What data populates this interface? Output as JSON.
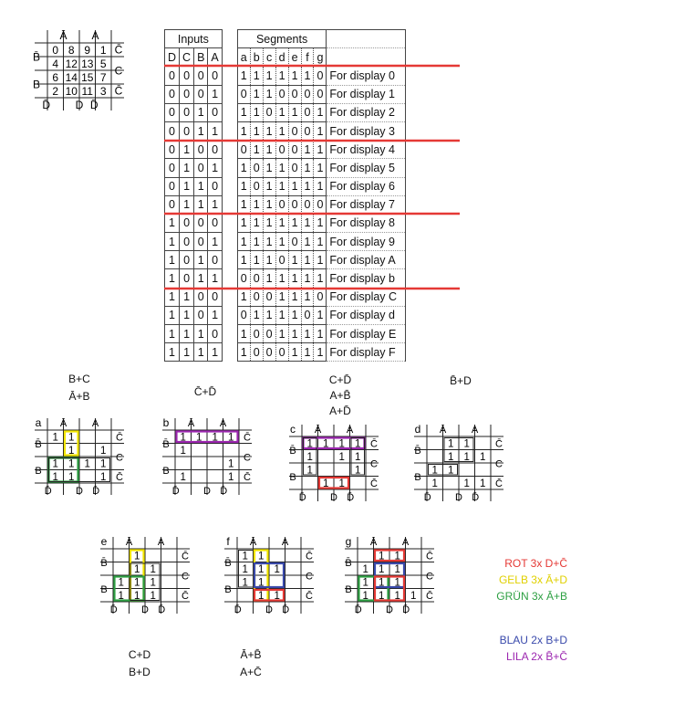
{
  "index_map": {
    "col_labels": [
      "Ā",
      "A"
    ],
    "row_labels": [
      "B̄",
      "B"
    ],
    "right_labels": [
      "C̄",
      "C",
      "C̄"
    ],
    "bottom_labels": [
      "D̄",
      "D",
      "D̄"
    ],
    "cells": [
      [
        "0",
        "8",
        "9",
        "1"
      ],
      [
        "4",
        "12",
        "13",
        "5"
      ],
      [
        "6",
        "14",
        "15",
        "7"
      ],
      [
        "2",
        "10",
        "11",
        "3"
      ]
    ]
  },
  "truth_table": {
    "group_inputs": "Inputs",
    "group_segments": "Segments",
    "headers": [
      "D",
      "C",
      "B",
      "A",
      "a",
      "b",
      "c",
      "d",
      "e",
      "f",
      "g"
    ],
    "rows": [
      {
        "in": [
          "0",
          "0",
          "0",
          "0"
        ],
        "seg": [
          "1",
          "1",
          "1",
          "1",
          "1",
          "1",
          "0"
        ],
        "label": "For display 0"
      },
      {
        "in": [
          "0",
          "0",
          "0",
          "1"
        ],
        "seg": [
          "0",
          "1",
          "1",
          "0",
          "0",
          "0",
          "0"
        ],
        "label": "For display 1"
      },
      {
        "in": [
          "0",
          "0",
          "1",
          "0"
        ],
        "seg": [
          "1",
          "1",
          "0",
          "1",
          "1",
          "0",
          "1"
        ],
        "label": "For display 2"
      },
      {
        "in": [
          "0",
          "0",
          "1",
          "1"
        ],
        "seg": [
          "1",
          "1",
          "1",
          "1",
          "0",
          "0",
          "1"
        ],
        "label": "For display 3"
      },
      {
        "in": [
          "0",
          "1",
          "0",
          "0"
        ],
        "seg": [
          "0",
          "1",
          "1",
          "0",
          "0",
          "1",
          "1"
        ],
        "label": "For display 4"
      },
      {
        "in": [
          "0",
          "1",
          "0",
          "1"
        ],
        "seg": [
          "1",
          "0",
          "1",
          "1",
          "0",
          "1",
          "1"
        ],
        "label": "For display 5"
      },
      {
        "in": [
          "0",
          "1",
          "1",
          "0"
        ],
        "seg": [
          "1",
          "0",
          "1",
          "1",
          "1",
          "1",
          "1"
        ],
        "label": "For display 6"
      },
      {
        "in": [
          "0",
          "1",
          "1",
          "1"
        ],
        "seg": [
          "1",
          "1",
          "1",
          "0",
          "0",
          "0",
          "0"
        ],
        "label": "For display 7"
      },
      {
        "in": [
          "1",
          "0",
          "0",
          "0"
        ],
        "seg": [
          "1",
          "1",
          "1",
          "1",
          "1",
          "1",
          "1"
        ],
        "label": "For display 8"
      },
      {
        "in": [
          "1",
          "0",
          "0",
          "1"
        ],
        "seg": [
          "1",
          "1",
          "1",
          "1",
          "0",
          "1",
          "1"
        ],
        "label": "For display 9"
      },
      {
        "in": [
          "1",
          "0",
          "1",
          "0"
        ],
        "seg": [
          "1",
          "1",
          "1",
          "0",
          "1",
          "1",
          "1"
        ],
        "label": "For display A"
      },
      {
        "in": [
          "1",
          "0",
          "1",
          "1"
        ],
        "seg": [
          "0",
          "0",
          "1",
          "1",
          "1",
          "1",
          "1"
        ],
        "label": "For display b"
      },
      {
        "in": [
          "1",
          "1",
          "0",
          "0"
        ],
        "seg": [
          "1",
          "0",
          "0",
          "1",
          "1",
          "1",
          "0"
        ],
        "label": "For display C"
      },
      {
        "in": [
          "1",
          "1",
          "0",
          "1"
        ],
        "seg": [
          "0",
          "1",
          "1",
          "1",
          "1",
          "0",
          "1"
        ],
        "label": "For display d"
      },
      {
        "in": [
          "1",
          "1",
          "1",
          "0"
        ],
        "seg": [
          "1",
          "0",
          "0",
          "1",
          "1",
          "1",
          "1"
        ],
        "label": "For display E"
      },
      {
        "in": [
          "1",
          "1",
          "1",
          "1"
        ],
        "seg": [
          "1",
          "0",
          "0",
          "0",
          "1",
          "1",
          "1"
        ],
        "label": "For display F"
      }
    ]
  },
  "kmaps": [
    {
      "name": "a",
      "formulas": [
        "B+C",
        "Ā+B"
      ],
      "ones": [
        [
          1,
          1,
          0,
          0
        ],
        [
          0,
          1,
          0,
          1
        ],
        [
          1,
          1,
          1,
          1
        ],
        [
          1,
          1,
          0,
          1
        ]
      ]
    },
    {
      "name": "b",
      "formulas": [
        "C̄+D̄"
      ],
      "ones": [
        [
          1,
          1,
          1,
          1
        ],
        [
          1,
          0,
          0,
          0
        ],
        [
          0,
          0,
          0,
          1
        ],
        [
          1,
          0,
          0,
          1
        ]
      ]
    },
    {
      "name": "c",
      "formulas": [
        "C+D̄",
        "A+B̄",
        "A+D̄"
      ],
      "ones": [
        [
          1,
          1,
          1,
          1
        ],
        [
          1,
          0,
          1,
          1
        ],
        [
          1,
          0,
          0,
          1
        ],
        [
          0,
          1,
          1,
          0
        ]
      ]
    },
    {
      "name": "d",
      "formulas": [
        "B̄+D"
      ],
      "ones": [
        [
          0,
          1,
          1,
          0
        ],
        [
          0,
          1,
          1,
          1
        ],
        [
          1,
          1,
          0,
          0
        ],
        [
          1,
          0,
          1,
          1
        ]
      ]
    },
    {
      "name": "e",
      "formulas": [
        "C+D",
        "B+D"
      ],
      "ones": [
        [
          0,
          1,
          0,
          0
        ],
        [
          0,
          1,
          1,
          0
        ],
        [
          1,
          1,
          1,
          0
        ],
        [
          1,
          1,
          1,
          0
        ]
      ]
    },
    {
      "name": "f",
      "formulas": [
        "Ā+B̄",
        "A+C̄"
      ],
      "ones": [
        [
          1,
          1,
          0,
          0
        ],
        [
          1,
          1,
          1,
          0
        ],
        [
          1,
          1,
          0,
          0
        ],
        [
          0,
          1,
          1,
          0
        ]
      ]
    },
    {
      "name": "g",
      "formulas": [],
      "ones": [
        [
          0,
          1,
          1,
          0
        ],
        [
          1,
          1,
          1,
          0
        ],
        [
          1,
          1,
          1,
          0
        ],
        [
          1,
          1,
          1,
          1
        ]
      ]
    }
  ],
  "legend": [
    {
      "text": "ROT 3x D+C̄",
      "color": "#e53935"
    },
    {
      "text": "GELB 3x Ā+D",
      "color": "#f2e600"
    },
    {
      "text": "GRÜN 3x Ā+B",
      "color": "#2ea043"
    },
    {
      "text": "BLAU 2x B+D",
      "color": "#3949ab"
    },
    {
      "text": "LILA 2x B̄+C̄",
      "color": "#9c27b0"
    }
  ],
  "colors": {
    "separator": "#e53935",
    "yellow": "#f2e600",
    "green": "#2ea043",
    "blue": "#3949ab",
    "purple": "#9c27b0",
    "red": "#e53935"
  }
}
